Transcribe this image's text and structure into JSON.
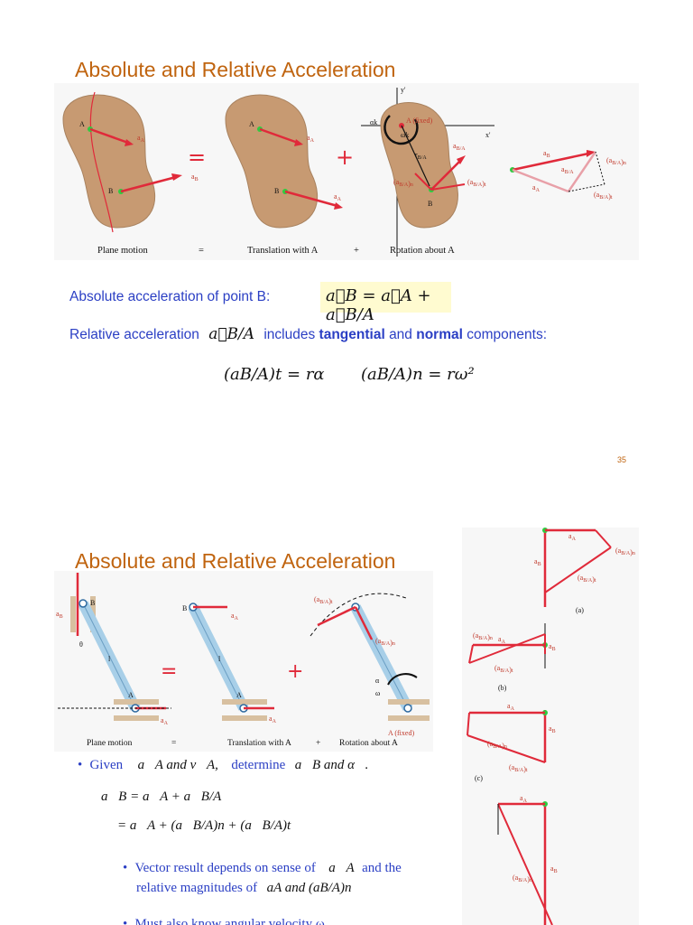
{
  "slide1": {
    "title": "Absolute and Relative Acceleration",
    "equals": "=",
    "plus": "+",
    "captions": {
      "plane": "Plane motion",
      "eq": "=",
      "translation": "Translation with A",
      "plus": "+",
      "rotation": "Rotation about A"
    },
    "figure_labels": {
      "A": "A",
      "B": "B",
      "aA": "a",
      "aB": "a",
      "fixed": "A (fixed)",
      "rBA": "r",
      "alpha_k": "αk",
      "omega_k": "ωk",
      "y_axis": "y'",
      "x_axis": "x'",
      "aBA": "a",
      "aBA_n": "(a",
      "aBA_t": "(a"
    },
    "line1_label": "Absolute acceleration of point B:",
    "line1_formula": "a⃗B = a⃗A + a⃗B/A",
    "line2_pre": "Relative acceleration",
    "line2_vec": "a⃗B/A",
    "line2_mid": "includes",
    "line2_bold1": "tangential",
    "line2_and": "and",
    "line2_bold2": "normal",
    "line2_post": "components:",
    "eq_t": "(aB/A)t = rα",
    "eq_n": "(aB/A)n = rω²",
    "page_number": "35"
  },
  "slide2": {
    "title": "Absolute and Relative Acceleration",
    "equals": "=",
    "plus": "+",
    "captions": {
      "plane": "Plane motion",
      "eq": "=",
      "translation": "Translation with A",
      "plus": "+",
      "rotation": "Rotation about A"
    },
    "fig_labels": {
      "a": "(a)",
      "b": "(b)",
      "c": "(c)",
      "fixed": "A (fixed)",
      "l": "l",
      "theta": "θ",
      "alpha": "α",
      "omega": "ω"
    },
    "bullet1_pre": "Given",
    "bullet1_vec1": "a⃗A and v⃗A,",
    "bullet1_mid": "determine",
    "bullet1_vec2": "a⃗B and α⃗.",
    "eq_line1": "a⃗B = a⃗A + a⃗B/A",
    "eq_line2": "= a⃗A + (a⃗B/A)n + (a⃗B/A)t",
    "bullet2_a": "Vector result depends on sense of",
    "bullet2_vec": "a⃗A",
    "bullet2_b": "and the",
    "bullet2_c": "relative magnitudes of",
    "bullet2_vec2": "aA and (aB/A)n",
    "bullet3": "Must also know angular velocity ω."
  },
  "colors": {
    "title": "#c0640f",
    "text_blue": "#2b3fc4",
    "arrow_red": "#e02a3a",
    "body_tan": "#c79a72",
    "highlight": "#fffbd0"
  }
}
